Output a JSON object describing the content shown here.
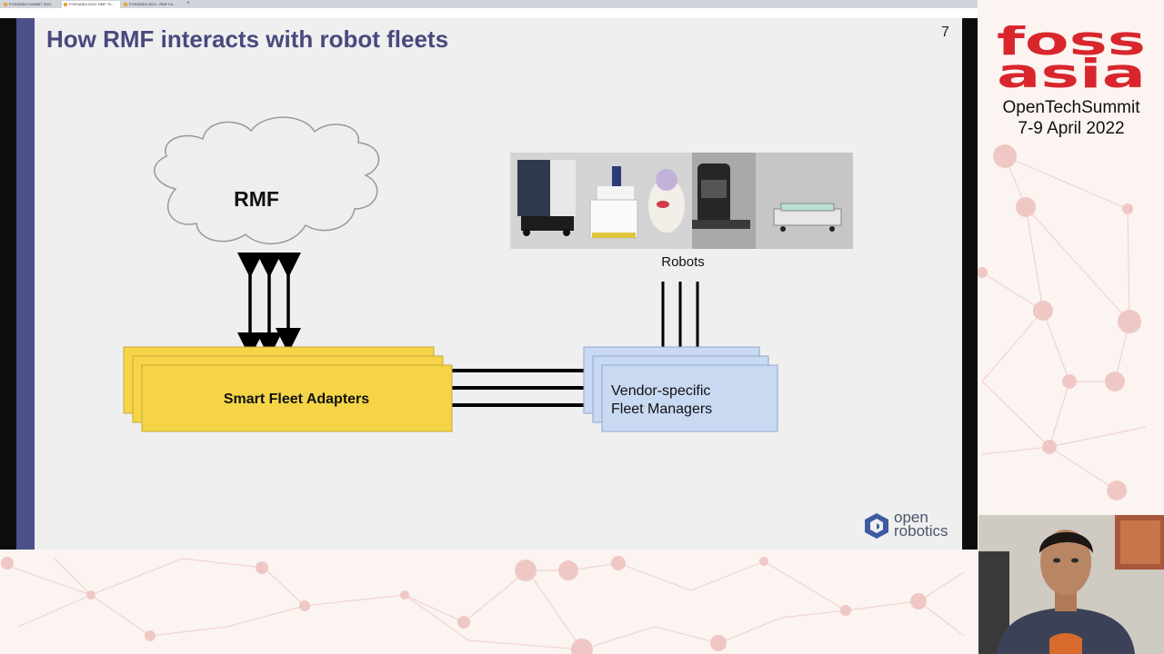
{
  "browser": {
    "tabs": [
      "FOSSASIA SUMMIT 2022",
      "FOSSASIA 2022: RMF Th...",
      "FOSSASIA 2022 - RMF Ce..."
    ],
    "url": "docs.google.com/presentation/d/1e/2PACX-1vRPjP0ZxLWfuU6dQHH3hu9T_present?slide=id.g1234567"
  },
  "slide": {
    "title": "How RMF interacts with robot fleets",
    "page_number": "7",
    "rmf_label": "RMF",
    "adapters_label": "Smart Fleet Adapters",
    "vendor_label_line1": "Vendor-specific",
    "vendor_label_line2": "Fleet Managers",
    "robots_label": "Robots",
    "logo_text": "open\nrobotics"
  },
  "event": {
    "brand_line1": "foss",
    "brand_line2": "asia",
    "brand_color": "#d8262c",
    "name": "OpenTechSummit",
    "dates": "7-9 April 2022"
  },
  "colors": {
    "title": "#484a7d",
    "accent_bar": "#4b4f8a",
    "adapter_fill": "#f5d547",
    "vendor_fill": "#c9d9f2",
    "cloud_fill": "#eeeeee"
  }
}
